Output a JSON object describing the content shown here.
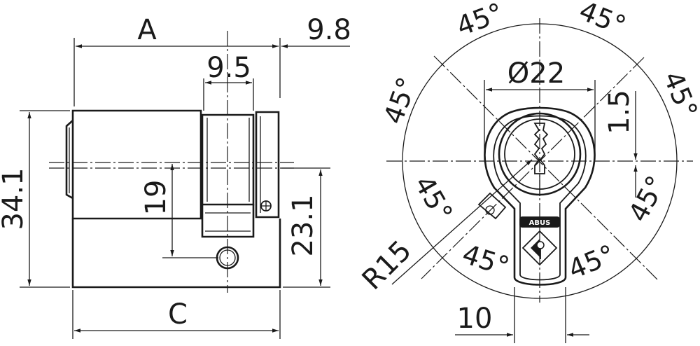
{
  "side_view": {
    "dim_A": "A",
    "dim_9_8": "9.8",
    "dim_9_5": "9.5",
    "dim_34_1": "34.1",
    "dim_19": "19",
    "dim_23_1": "23.1",
    "dim_C": "C"
  },
  "front_view": {
    "dim_diameter": "Ø22",
    "dim_1_5": "1.5",
    "dim_radius": "R15",
    "dim_10": "10",
    "angle_labels": [
      "45°",
      "45°",
      "45°",
      "45°",
      "45°",
      "45°",
      "45°",
      "45°"
    ]
  },
  "logo": "ABUS"
}
